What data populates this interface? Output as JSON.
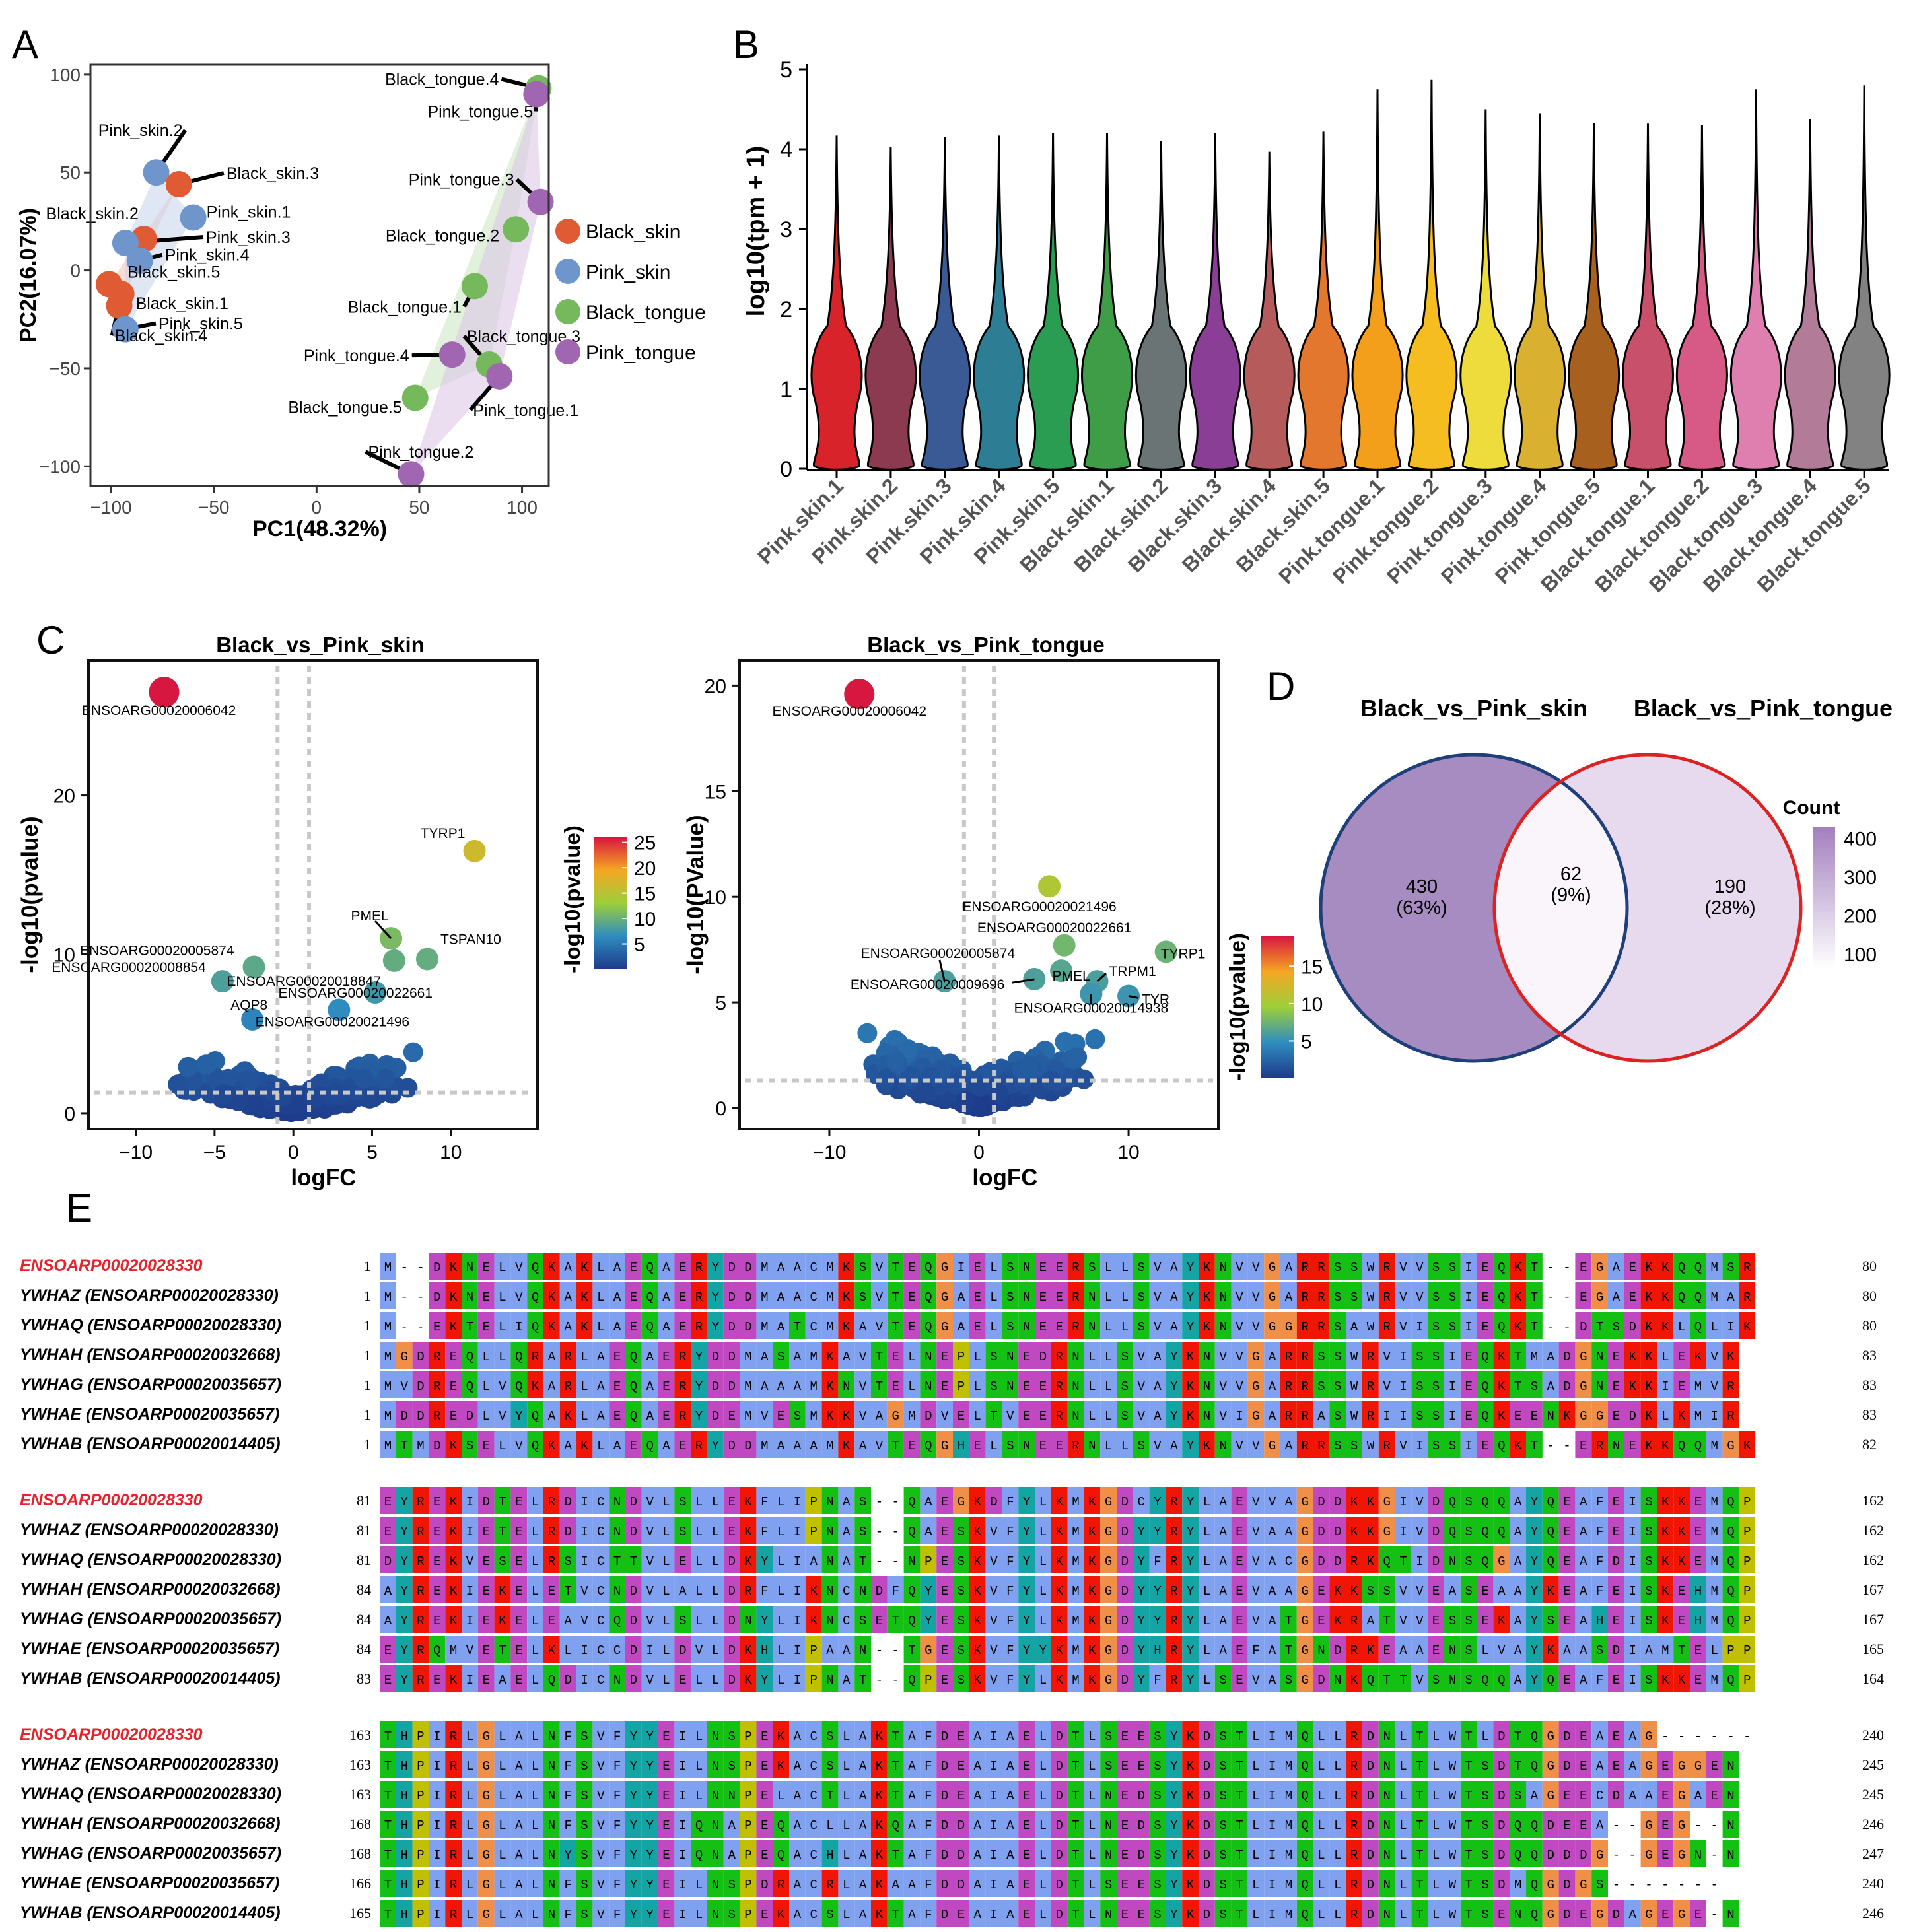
{
  "panels": {
    "a": {
      "letter": "A"
    },
    "b": {
      "letter": "B"
    },
    "c": {
      "letter": "C"
    },
    "d": {
      "letter": "D"
    },
    "e": {
      "letter": "E"
    }
  },
  "chart_data": [
    {
      "id": "pca",
      "type": "scatter",
      "xlabel": "PC1(48.32%)",
      "ylabel": "PC2(16.07%)",
      "xlim": [
        -110,
        113
      ],
      "ylim": [
        -110,
        105
      ],
      "xticks": [
        -100,
        -50,
        0,
        50,
        100
      ],
      "yticks": [
        100,
        50,
        0,
        -50,
        -100
      ],
      "xtick_labels": [
        "−100",
        "−50",
        "0",
        "50",
        "100"
      ],
      "ytick_labels": [
        "100",
        "50",
        "0",
        "−50",
        "−100"
      ],
      "legend_position": "right",
      "groups": [
        {
          "name": "Black_skin",
          "color": "#e05a33"
        },
        {
          "name": "Pink_skin",
          "color": "#6f95cd"
        },
        {
          "name": "Black_tongue",
          "color": "#76b95c"
        },
        {
          "name": "Pink_tongue",
          "color": "#a066b2"
        }
      ],
      "points": [
        {
          "label": "Pink_skin.2",
          "group": 1,
          "x": -78,
          "y": 50
        },
        {
          "label": "Black_skin.3",
          "group": 0,
          "x": -67,
          "y": 44
        },
        {
          "label": "Black_skin.2",
          "group": 0,
          "x": -84,
          "y": 16
        },
        {
          "label": "Pink_skin.1",
          "group": 1,
          "x": -60,
          "y": 27
        },
        {
          "label": "Pink_skin.3",
          "group": 1,
          "x": -93,
          "y": 14
        },
        {
          "label": "Pink_skin.4",
          "group": 1,
          "x": -86,
          "y": 5
        },
        {
          "label": "Black_skin.5",
          "group": 0,
          "x": -101,
          "y": -7
        },
        {
          "label": "Black_skin.1",
          "group": 0,
          "x": -96,
          "y": -18
        },
        {
          "label": "Pink_skin.5",
          "group": 1,
          "x": -93,
          "y": -30
        },
        {
          "label": "Black_skin.4",
          "group": 0,
          "x": -95,
          "y": -12
        },
        {
          "label": "Black_tongue.4",
          "group": 2,
          "x": 108,
          "y": 93
        },
        {
          "label": "Pink_tongue.5",
          "group": 3,
          "x": 107,
          "y": 90
        },
        {
          "label": "Pink_tongue.3",
          "group": 3,
          "x": 109,
          "y": 35
        },
        {
          "label": "Black_tongue.2",
          "group": 2,
          "x": 97,
          "y": 21
        },
        {
          "label": "Black_tongue.1",
          "group": 2,
          "x": 77,
          "y": -8
        },
        {
          "label": "Black_tongue.3",
          "group": 2,
          "x": 84,
          "y": -48
        },
        {
          "label": "Pink_tongue.4",
          "group": 3,
          "x": 66,
          "y": -43
        },
        {
          "label": "Pink_tongue.1",
          "group": 3,
          "x": 89,
          "y": -54
        },
        {
          "label": "Black_tongue.5",
          "group": 2,
          "x": 48,
          "y": -65
        },
        {
          "label": "Pink_tongue.2",
          "group": 3,
          "x": 46,
          "y": -104
        }
      ]
    },
    {
      "id": "violin",
      "type": "violin",
      "ylabel": "log10(tpm + 1)",
      "ylim": [
        0,
        5
      ],
      "yticks": [
        0,
        1,
        2,
        3,
        4,
        5
      ],
      "categories": [
        "Pink.skin.1",
        "Pink.skin.2",
        "Pink.skin.3",
        "Pink.skin.4",
        "Pink.skin.5",
        "Black.skin.1",
        "Black.skin.2",
        "Black.skin.3",
        "Black.skin.4",
        "Black.skin.5",
        "Pink.tongue.1",
        "Pink.tongue.2",
        "Pink.tongue.3",
        "Pink.tongue.4",
        "Pink.tongue.5",
        "Black.tongue.1",
        "Black.tongue.2",
        "Black.tongue.3",
        "Black.tongue.4",
        "Black.tongue.5"
      ],
      "max_values": [
        4.17,
        4.03,
        4.15,
        4.17,
        4.2,
        4.2,
        4.1,
        4.2,
        3.97,
        4.22,
        4.75,
        4.87,
        4.5,
        4.45,
        4.33,
        4.32,
        4.3,
        4.75,
        4.38,
        4.8
      ],
      "colors": [
        "#d8232a",
        "#8b3a4f",
        "#3a5a96",
        "#2d7e94",
        "#2a9d52",
        "#3f9c47",
        "#6b7474",
        "#8a3e95",
        "#b65b5b",
        "#e3772d",
        "#f49f1c",
        "#f5bd1f",
        "#eedc3c",
        "#d9b030",
        "#a8601f",
        "#c8506a",
        "#d65a85",
        "#de7fb0",
        "#b27b97",
        "#828282"
      ]
    },
    {
      "id": "volcano-skin",
      "type": "scatter",
      "title": "Black_vs_Pink_skin",
      "xlabel": "logFC",
      "ylabel": "-log10(pvalue)",
      "xlim": [
        -13,
        15.5
      ],
      "ylim": [
        -1,
        28.5
      ],
      "xticks": [
        -10,
        -5,
        0,
        5,
        10
      ],
      "yticks": [
        0,
        10,
        20
      ],
      "colorbar": {
        "label": "-log10(pvalue)",
        "ticks": [
          5,
          10,
          15,
          20,
          25
        ],
        "range": [
          0,
          26
        ]
      },
      "labeled_points": [
        {
          "label": "ENSOARG00020006042",
          "x": -8.2,
          "y": 26.5
        },
        {
          "label": "TYRP1",
          "x": 11.5,
          "y": 16.5
        },
        {
          "label": "PMEL",
          "x": 6.2,
          "y": 11
        },
        {
          "label": "ENSOARG00020005874",
          "x": -2.5,
          "y": 9.2
        },
        {
          "label": "ENSOARG00020008854",
          "x": -4.5,
          "y": 8.3
        },
        {
          "label": "ENSOARG00020018847",
          "x": 6.4,
          "y": 9.6
        },
        {
          "label": "TSPAN10",
          "x": 8.5,
          "y": 9.7
        },
        {
          "label": "ENSOARG00020022661",
          "x": 5.2,
          "y": 7.6
        },
        {
          "label": "ENSOARG00020021496",
          "x": 2.9,
          "y": 6.5
        },
        {
          "label": "AQP8",
          "x": -2.6,
          "y": 5.9
        }
      ]
    },
    {
      "id": "volcano-tongue",
      "type": "scatter",
      "title": "Black_vs_Pink_tongue",
      "xlabel": "logFC",
      "ylabel": "-log10(PValue)",
      "xlim": [
        -16,
        16
      ],
      "ylim": [
        -1,
        21.2
      ],
      "xticks": [
        -10,
        0,
        10
      ],
      "yticks": [
        0,
        5,
        10,
        15,
        20
      ],
      "colorbar": {
        "label": "-log10(pvalue)",
        "ticks": [
          5,
          10,
          15
        ],
        "range": [
          0,
          19
        ]
      },
      "labeled_points": [
        {
          "label": "ENSOARG00020006042",
          "x": -8,
          "y": 19.6
        },
        {
          "label": "ENSOARG00020021496",
          "x": 4.7,
          "y": 10.5
        },
        {
          "label": "ENSOARG00020022661",
          "x": 5.7,
          "y": 7.7
        },
        {
          "label": "ENSOARG00020005874",
          "x": -2.3,
          "y": 6
        },
        {
          "label": "PMEL",
          "x": 5.5,
          "y": 6.5
        },
        {
          "label": "TYRP1",
          "x": 12.5,
          "y": 7.4
        },
        {
          "label": "TRPM1",
          "x": 7.9,
          "y": 6
        },
        {
          "label": "ENSOARG00020009696",
          "x": 3.7,
          "y": 6.1
        },
        {
          "label": "TYR",
          "x": 10,
          "y": 5.3
        },
        {
          "label": "ENSOARG00020014938",
          "x": 7.5,
          "y": 5.4
        }
      ]
    },
    {
      "id": "venn",
      "type": "venn",
      "sets": [
        {
          "name": "Black_vs_Pink_skin",
          "edge": "#1f3f7a"
        },
        {
          "name": "Black_vs_Pink_tongue",
          "edge": "#dd2222"
        }
      ],
      "regions": [
        {
          "count": "430",
          "percent": "(63%)",
          "fill": "#a78cc1"
        },
        {
          "count": "62",
          "percent": "(9%)",
          "fill": "#f9f5fb"
        },
        {
          "count": "190",
          "percent": "(28%)",
          "fill": "#e7daee"
        }
      ],
      "colorbar": {
        "label": "Count",
        "ticks": [
          400,
          300,
          200,
          100
        ],
        "range": [
          62,
          430
        ]
      }
    }
  ],
  "alignment": {
    "rows": [
      "ENSOARP00020028330",
      "YWHAZ (ENSOARP00020028330)",
      "YWHAQ (ENSOARP00020028330)",
      "YWHAH (ENSOARP00020032668)",
      "YWHAG (ENSOARP00020035657)",
      "YWHAE (ENSOARP00020035657)",
      "YWHAB (ENSOARP00020014405)"
    ],
    "highlight_color": "#e8222b",
    "blocks": [
      {
        "starts": [
          "1",
          "1",
          "1",
          "1",
          "1",
          "1",
          "1"
        ],
        "ends": [
          "80",
          "80",
          "80",
          "83",
          "83",
          "83",
          "82"
        ],
        "seqs": [
          "M--DKNELVQKAKLAEQAERYDDMAACMKSVTEQGIELSNEERSLLSVAYKNVVGARRSSWRVVSSIEQKT--EGAEKKQQMSR",
          "M--DKNELVQKAKLAEQAERYDDMAACMKSVTEQGAELSNEERNLLSVAYKNVVGARRSSWRVVSSIEQKT--EGAEKKQQMAR",
          "M--EKTELIQKAKLAEQAERYDDMATCMKAVTEQGAELSNEERNLLSVAYKNVVGGRRSAWRVISSIEQKT--DTSDKKLQLIK",
          "MGDREQLLQRARLAEQAERYDDMASAMKAVTELNEPLSNEDRNLLSVAYKNVVGARRSSWRVISSIEQKTMADGNEKKLEKVK",
          "MVDREQLVQKARLAEQAERYDDMAAAMKNVTELNEPLSNEERNLLSVAYKNVVGARRSSWRVISSIEQKTSADGNEKKIEMVR",
          "MDDREDLVYQAKLAEQAERYDEMVESMKKVAGMDVELTVEERNLLSVAYKNVIGARRASWRIISSIEQKEENKGGEDKLKMIR",
          "MTMDKSELVQKAKLAEQAERYDDMAAAMKAVTEQGHELSNEERNLLSVAYKNVVGARRSSWRVISSIEQKT--ERNEKKQQMGK"
        ]
      },
      {
        "starts": [
          "81",
          "81",
          "81",
          "84",
          "84",
          "84",
          "83"
        ],
        "ends": [
          "162",
          "162",
          "162",
          "167",
          "167",
          "165",
          "164"
        ],
        "seqs": [
          "EYREKIDTELRDICNDVLSLLEKFLIPNAS--QAEGKDFYLKMKGDCYRYLAEVVAGDDKKGIVDQSQQAYQEAFEISKKEMQP",
          "EYREKIETELRDICNDVLSLLEKFLIPNAS--QAESKVFYLKMKGDYYRYLAEVAAGDDKKGIVDQSQQAYQEAFEISKKEMQP",
          "DYREKVESELRSICTTVLELLDKYLIANAT--NPESKVFYLKMKGDYFRYLAEVACGDDRKQTIDNSQGAYQEAFDISKKEMQP",
          "AYREKIEKELETVCNDVLALLDRFLIKNCNDFQYESKVFYLKMKGDYYRYLAEVAAGEKKSSVVEASEAAYKEAFEISKEHMQP",
          "AYREKIEKELEAVCQDVLSLLDNYLIKNCSETQYESKVFYLKMKGDYYRYLAEVATGEKRATVVESSEKAYSEAHEISKEHMQP",
          "EYRQMVETELKLICCDILDVLDKHLIPAAN--TGESKVFYYKMKGDYHRYLAEFATGNDRKEAAENSLVAYKAASDIAMTELPP",
          "EYREKIEAELQDICNDVLELLDKYLIPNAT--QPESKVFYLKMKGDYFRYLSEVASGDNKQTTVSNSQQAYQEAFEISKKEMQP"
        ]
      },
      {
        "starts": [
          "163",
          "163",
          "163",
          "168",
          "168",
          "166",
          "165"
        ],
        "ends": [
          "240",
          "245",
          "245",
          "246",
          "247",
          "240",
          "246"
        ],
        "seqs": [
          "THPIRLGLALNFSVFYYEILNSPEKACSLAKTAFDEAIAELDTLSEESYKDSTLIMQLLRDNLTLWTLDTQGDEAEAG------",
          "THPIRLGLALNFSVFYYEILNSPEKACSLAKTAFDEAIAELDTLSEESYKDSTLIMQLLRDNLTLWTSDTQGDEAEAGEGGEN",
          "THPIRLGLALNFSVFYYEILNNPELACTLAKTAFDEAIAELDTLNEDSYKDSTLIMQLLRDNLTLWTSDSAGEECDAAEGAEN",
          "THPIRLGLALNFSVFYYEIQNAPEQACLLAKQAFDDAIAELDTLNEDSYKDSTLIMQLLRDNLTLWTSDQQDEEA--GEG--N",
          "THPIRLGLALNYSVFYYEIQNAPEQACHLAKTAFDDAIAELDTLNEDSYKDSTLIMQLLRDNLTLWTSDQQDDDG--GEGN-N",
          "THPIRLGLALNFSVFYYEILNSPDRACRLAKAAFDDAIAELDTLSEESYKDSTLIMQLLRDNLTLWTSDMQGDGS-------",
          "THPIRLGLALNFSVFYYEILNSPEKACSLAKTAFDEAIAELDTLNEESYKDSTLIMQLLRDNLTLWTSENQGDEGDAGEGE-N"
        ]
      }
    ]
  }
}
